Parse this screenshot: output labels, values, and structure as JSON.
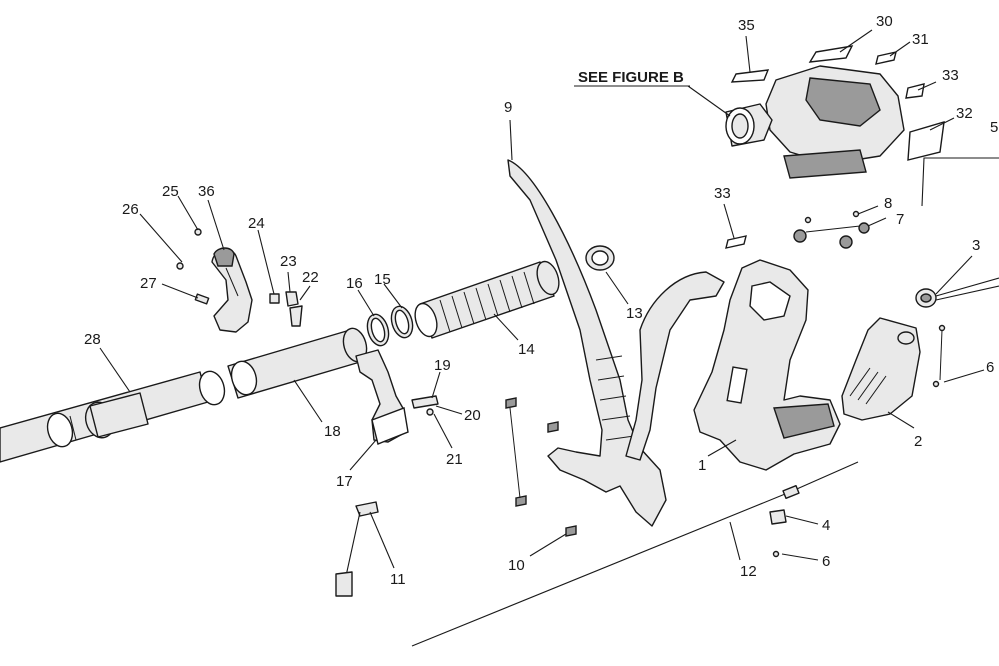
{
  "callout": "SEE FIGURE B",
  "labels": {
    "l1": "1",
    "l2": "2",
    "l3": "3",
    "l4": "4",
    "l5": "5",
    "l6a": "6",
    "l6b": "6",
    "l7": "7",
    "l8": "8",
    "l9": "9",
    "l10": "10",
    "l11": "11",
    "l12": "12",
    "l13": "13",
    "l14": "14",
    "l15": "15",
    "l16": "16",
    "l17": "17",
    "l18": "18",
    "l19": "19",
    "l20": "20",
    "l21": "21",
    "l22": "22",
    "l23": "23",
    "l24": "24",
    "l25": "25",
    "l26": "26",
    "l27": "27",
    "l28": "28",
    "l30": "30",
    "l31": "31",
    "l32": "32",
    "l33a": "33",
    "l33b": "33",
    "l35": "35",
    "l36": "36"
  }
}
